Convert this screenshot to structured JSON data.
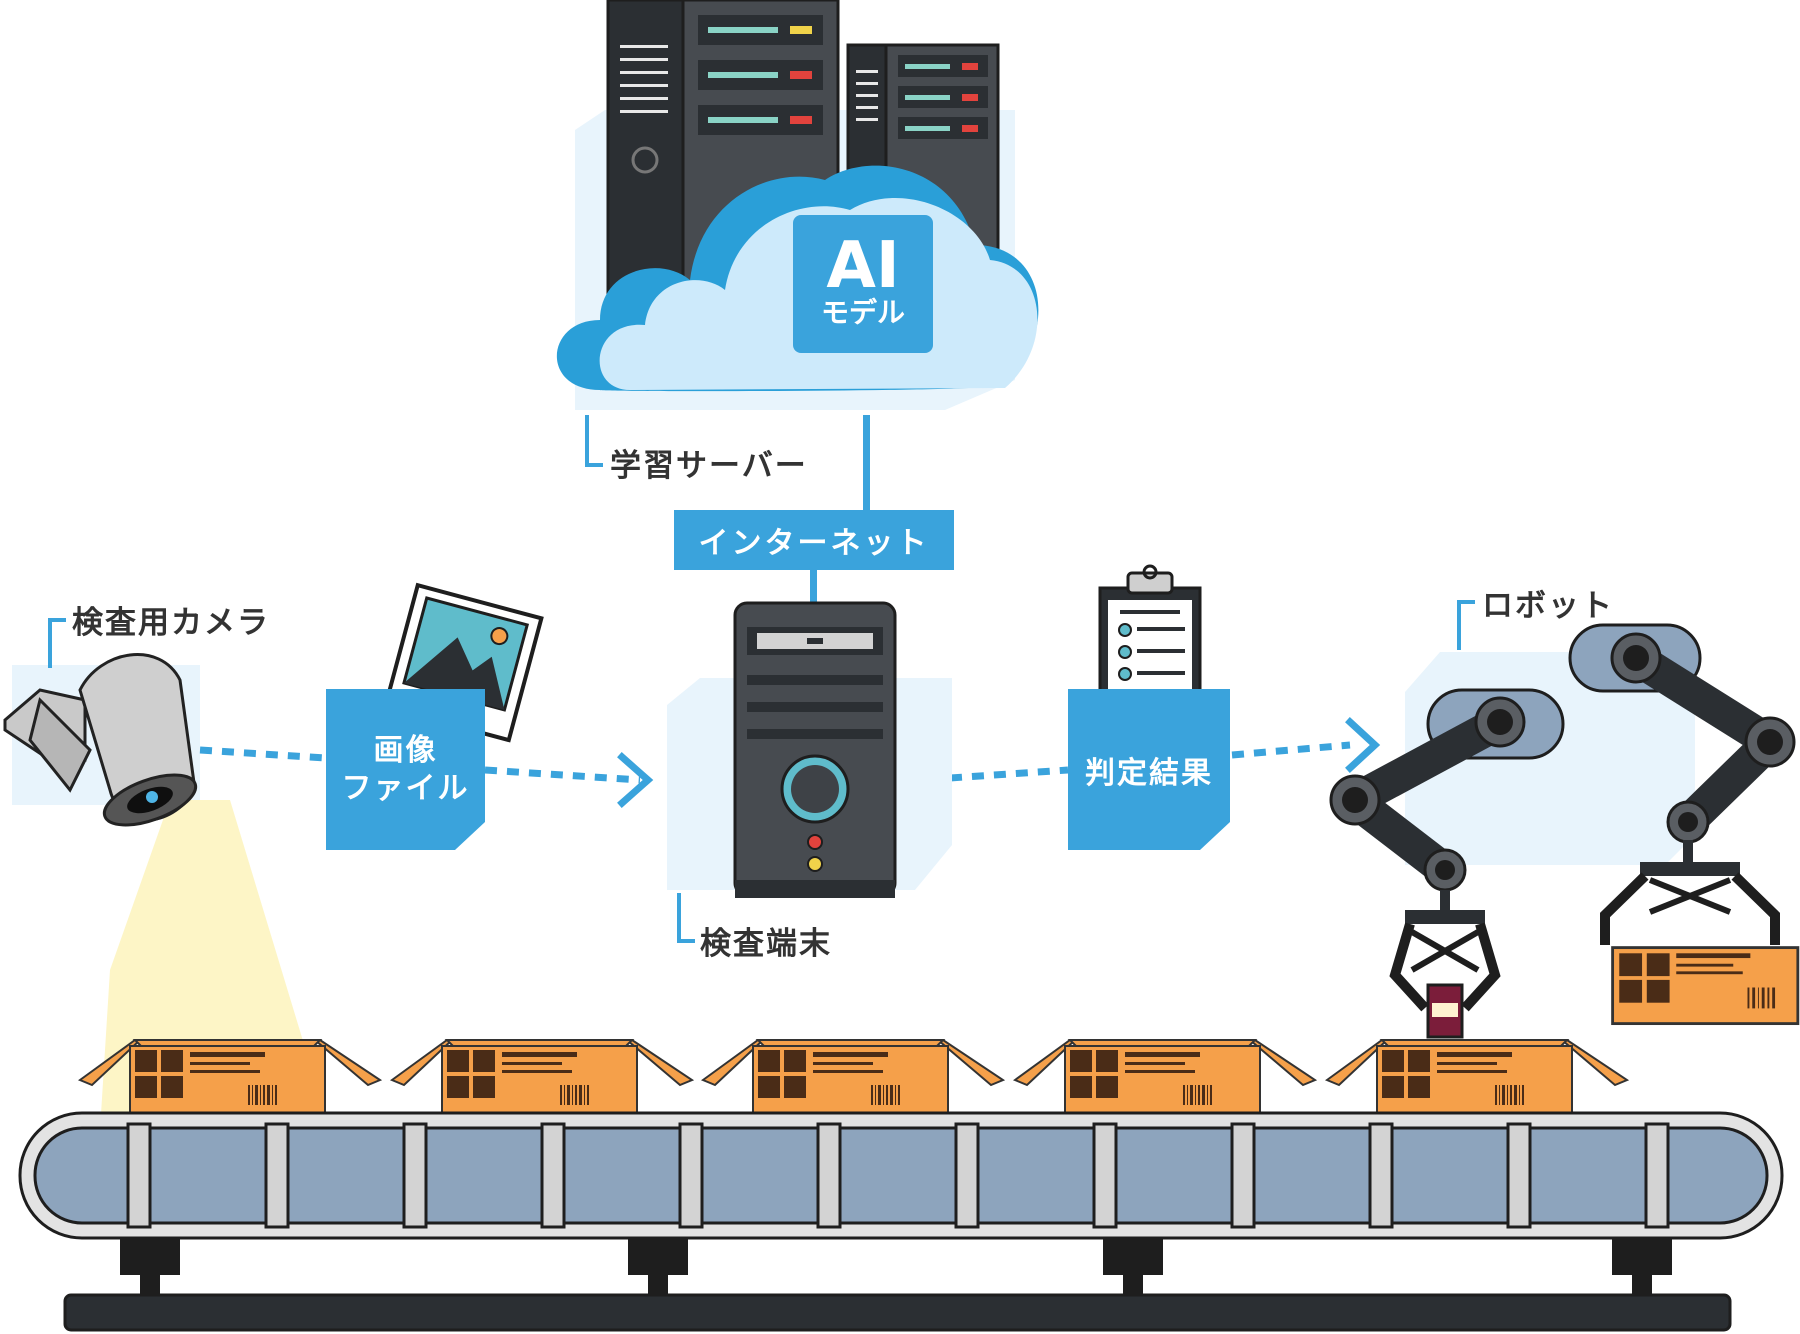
{
  "labels": {
    "server": "学習サーバー",
    "internet": "インターネット",
    "camera": "検査用カメラ",
    "image_file_line1": "画像",
    "image_file_line2": "ファイル",
    "terminal": "検査端末",
    "result": "判定結果",
    "robot": "ロボット",
    "ai_big": "AI",
    "ai_small": "モデル"
  },
  "colors": {
    "accent_blue": "#3aa3dc",
    "light_blue": "#e8f4fc",
    "cloud": "#cdeafb",
    "box_orange": "#f5a04a",
    "belt": "#8da4bd",
    "dark": "#2d2d2d"
  },
  "icons": [
    "server-rack-icon",
    "cloud-icon",
    "camera-icon",
    "photo-icon",
    "pc-tower-icon",
    "clipboard-icon",
    "robot-arm-icon",
    "cardboard-box-icon",
    "conveyor-belt-icon"
  ]
}
